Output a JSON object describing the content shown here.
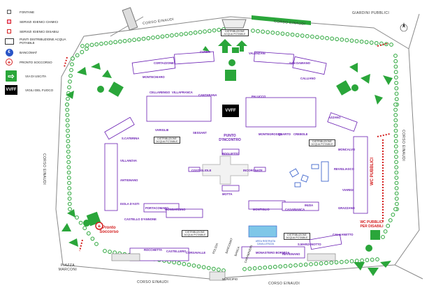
{
  "legend": {
    "items": [
      {
        "icon": "fountain-icon",
        "label": "FONTANE"
      },
      {
        "icon": "chemical-toilet-icon",
        "label": "SERVIZI IGIENICI CHIMICI"
      },
      {
        "icon": "disabled-toilet-icon",
        "label": "SERVIZI IGIENICI DISABILI"
      },
      {
        "icon": "water-point-icon",
        "label": "PUNTI DISTRIBUZIONE ACQUA POTABILE"
      },
      {
        "icon": "atm-icon",
        "label": "BANCOMAT"
      },
      {
        "icon": "first-aid-icon",
        "label": "PRONTO SOCCORSO"
      },
      {
        "icon": "exit-icon",
        "label": "VIA DI USCITA"
      },
      {
        "icon": "firefighters-icon",
        "label": "VIGILI DEL FUOCO",
        "badge": "VVFF"
      }
    ]
  },
  "streets": {
    "corso_einaudi_top": "CORSO EINAUDI",
    "corso_einaudi_top2": "CORSO EINAUDI",
    "giardini_pubblici": "GIARDINI PUBBLICI",
    "corso_einaudi_left": "CORSO EINAUDI",
    "corso_einaudi_right": "CORSO EINAUDI",
    "corso_einaudi_bottom_left": "CORSO EINAUDI",
    "corso_einaudi_bottom_right": "CORSO EINAUDI",
    "piazza_marconi": "PIAZZA MARCONI"
  },
  "center": {
    "vvff": "VVFF",
    "punto_incontro": "PUNTO D'INCONTRO"
  },
  "water_points": [
    {
      "id": "top",
      "text": "distribuzione acqua potabile"
    },
    {
      "id": "left",
      "text": "distribuzione acqua potabile"
    },
    {
      "id": "right",
      "text": "distribuzione acqua potabile"
    },
    {
      "id": "bottom-left",
      "text": "distribuzione acqua potabile"
    },
    {
      "id": "bottom-right",
      "text": "distribuzione acqua potabile"
    }
  ],
  "stands": [
    {
      "id": "cuneo",
      "label": "CUNEO"
    },
    {
      "id": "valenzani",
      "label": "VALENZANI"
    },
    {
      "id": "san_damiano",
      "label": "SAN DAMIANO"
    },
    {
      "id": "calliano",
      "label": "CALLIANO"
    },
    {
      "id": "cortazzone",
      "label": "CORTAZZONE"
    },
    {
      "id": "montechiaro",
      "label": "MONTECHIARO"
    },
    {
      "id": "cellarengo",
      "label": "CELLARENGO"
    },
    {
      "id": "villafranca",
      "label": "VILLAFRANCA"
    },
    {
      "id": "cantarana",
      "label": "CANTARANA"
    },
    {
      "id": "variglie",
      "label": "VARIGLIE"
    },
    {
      "id": "sessant",
      "label": "SESSANT"
    },
    {
      "id": "palucco",
      "label": "PALUCCO"
    },
    {
      "id": "montegrosso",
      "label": "MONTEGROSSO"
    },
    {
      "id": "quarto",
      "label": "QUARTO"
    },
    {
      "id": "crebole",
      "label": "CREBOLE"
    },
    {
      "id": "azzano",
      "label": "AZZANO"
    },
    {
      "id": "s_caterina",
      "label": "S.CATERINA"
    },
    {
      "id": "villanova",
      "label": "VILLANOVA"
    },
    {
      "id": "antignano",
      "label": "ANTIGNANO"
    },
    {
      "id": "isola",
      "label": "ISOLA D'ASTI"
    },
    {
      "id": "moncalvo",
      "label": "MONCALVO"
    },
    {
      "id": "revigliasco",
      "label": "REVIGLIASCO"
    },
    {
      "id": "viarigi",
      "label": "VIARIGI"
    },
    {
      "id": "grazzano",
      "label": "GRAZZANO"
    },
    {
      "id": "boglietto",
      "label": "BOGLIETTO"
    },
    {
      "id": "costigliole",
      "label": "COSTIGLIOLE"
    },
    {
      "id": "incoronate",
      "label": "INCORONATE"
    },
    {
      "id": "motta",
      "label": "MOTTA"
    },
    {
      "id": "portacomaro",
      "label": "PORTACOMARO"
    },
    {
      "id": "mongardino",
      "label": "MONGARDINO"
    },
    {
      "id": "castello",
      "label": "CASTELLO D'ANNONE"
    },
    {
      "id": "rocchetta",
      "label": "ROCCHETTA"
    },
    {
      "id": "castellero",
      "label": "CASTELLERO"
    },
    {
      "id": "corsavalle",
      "label": "CORSAVALLE"
    },
    {
      "id": "montiglio",
      "label": "MONTIGLIO"
    },
    {
      "id": "casabianca",
      "label": "CASABIANCA"
    },
    {
      "id": "inizia",
      "label": "INIZIA"
    },
    {
      "id": "callianetto",
      "label": "CALLIANETTO"
    },
    {
      "id": "monastero",
      "label": "MONASTERO BORMIDA"
    },
    {
      "id": "revignano",
      "label": "REVIGNANO"
    },
    {
      "id": "s_marzanotto",
      "label": "S.MARZANOTTO"
    }
  ],
  "areas": {
    "pronto_soccorso": "Pronto Soccorso",
    "wc_pubblici": "WC PUBBLICI",
    "wc_pubblici_disabili": "WC PUBBLICI PER DISABILI",
    "area_riservata": "AREA RISERVATA CAVALLERIZZA",
    "polizia": "Polizia",
    "bancomat": "BANCOMAT",
    "banca": "Banca",
    "carabinieri": "Carabinieri",
    "municipio": "Municipio"
  },
  "colors": {
    "stand_outline": "#6a1fb3",
    "green": "#2aa63a",
    "red": "#d42020",
    "blue": "#2a55c7",
    "water_area": "#7fc7e8"
  }
}
